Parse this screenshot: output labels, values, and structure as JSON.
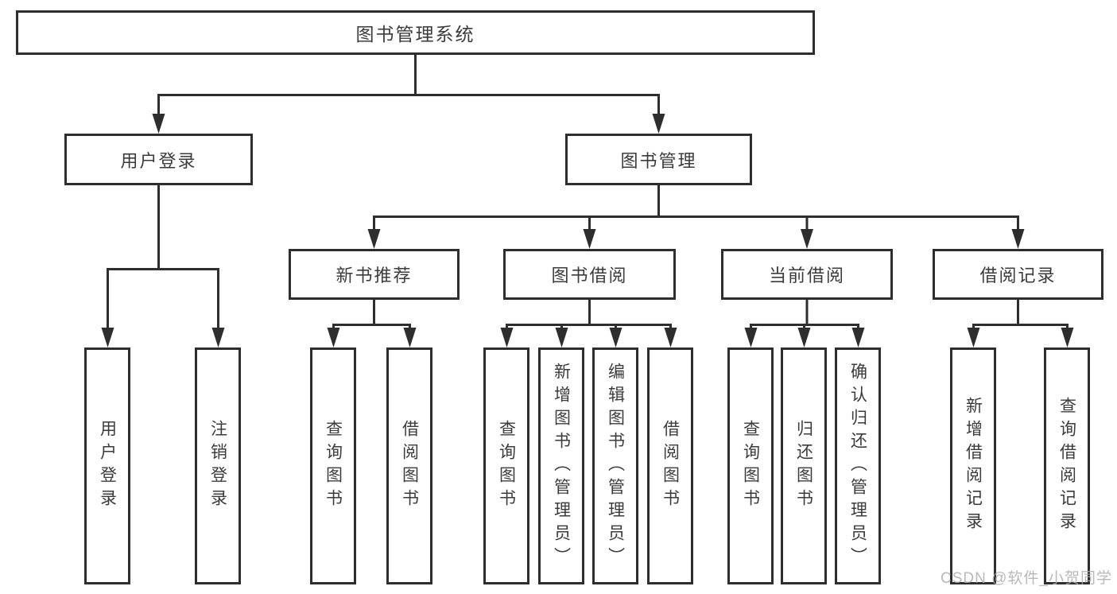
{
  "diagram": {
    "root": {
      "label": "图书管理系统"
    },
    "level2": [
      {
        "label": "用户登录",
        "parent": "图书管理系统"
      },
      {
        "label": "图书管理",
        "parent": "图书管理系统"
      }
    ],
    "level3": [
      {
        "label": "新书推荐",
        "parent": "图书管理"
      },
      {
        "label": "图书借阅",
        "parent": "图书管理"
      },
      {
        "label": "当前借阅",
        "parent": "图书管理"
      },
      {
        "label": "借阅记录",
        "parent": "图书管理"
      }
    ],
    "leaves": [
      {
        "label": "用户登录",
        "parent": "用户登录"
      },
      {
        "label": "注销登录",
        "parent": "用户登录"
      },
      {
        "label": "查询图书",
        "parent": "新书推荐"
      },
      {
        "label": "借阅图书",
        "parent": "新书推荐"
      },
      {
        "label": "查询图书",
        "parent": "图书借阅"
      },
      {
        "label": "新增图书（管理员）",
        "parent": "图书借阅"
      },
      {
        "label": "编辑图书（管理员）",
        "parent": "图书借阅"
      },
      {
        "label": "借阅图书",
        "parent": "图书借阅"
      },
      {
        "label": "查询图书",
        "parent": "当前借阅"
      },
      {
        "label": "归还图书",
        "parent": "当前借阅"
      },
      {
        "label": "确认归还（管理员）",
        "parent": "当前借阅"
      },
      {
        "label": "新增借阅记录",
        "parent": "借阅记录"
      },
      {
        "label": "查询借阅记录",
        "parent": "借阅记录"
      }
    ],
    "colors": {
      "line": "#2e2e2e",
      "text": "#3b3b3b",
      "box_background": "#ffffff",
      "watermark_text": "#adadad",
      "page_background": "#ffffff"
    },
    "watermark": "CSDN @软件_小贺同学"
  }
}
